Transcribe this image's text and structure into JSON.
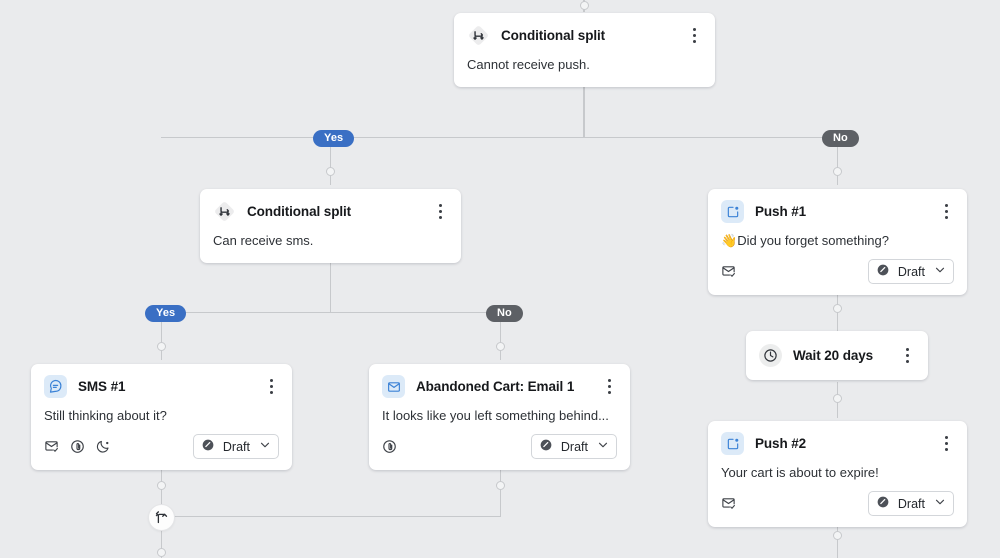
{
  "canvas": {
    "background": "#eaebed",
    "connector_color": "#c7c9cc",
    "accent_yes": "#3a6fc4",
    "accent_no": "#5d6065",
    "icon_blue_bg": "#dceaf8"
  },
  "branch_labels": {
    "yes": "Yes",
    "no": "No"
  },
  "nodes": [
    {
      "id": "conditional-split-push",
      "type": "conditional-split",
      "icon": "split-diamond-icon",
      "title": "Conditional split",
      "body": "Cannot receive push.",
      "menu": "kebab-menu-icon",
      "footer_icons": [],
      "status": null
    },
    {
      "id": "conditional-split-sms",
      "type": "conditional-split",
      "icon": "split-diamond-icon",
      "title": "Conditional split",
      "body": "Can receive sms.",
      "menu": "kebab-menu-icon",
      "footer_icons": [],
      "status": null
    },
    {
      "id": "push-1",
      "type": "push",
      "icon": "push-notification-icon",
      "title": "Push #1",
      "emoji": "👋",
      "body": "Did you forget something?",
      "menu": "kebab-menu-icon",
      "footer_icons": [
        "envelope-check-icon"
      ],
      "status": {
        "icon": "draft-slash-icon",
        "label": "Draft",
        "chevron": "chevron-down-icon"
      }
    },
    {
      "id": "wait-20-days",
      "type": "wait",
      "icon": "clock-icon",
      "title": "Wait 20 days",
      "body": null,
      "menu": "kebab-menu-icon",
      "footer_icons": [],
      "status": null
    },
    {
      "id": "push-2",
      "type": "push",
      "icon": "push-notification-icon",
      "title": "Push #2",
      "body": "Your cart is about to expire!",
      "menu": "kebab-menu-icon",
      "footer_icons": [
        "envelope-check-icon"
      ],
      "status": {
        "icon": "draft-slash-icon",
        "label": "Draft",
        "chevron": "chevron-down-icon"
      }
    },
    {
      "id": "sms-1",
      "type": "sms",
      "icon": "sms-bubble-icon",
      "title": "SMS #1",
      "body": "Still thinking about it?",
      "menu": "kebab-menu-icon",
      "footer_icons": [
        "envelope-check-icon",
        "link-attachment-icon",
        "quiet-hours-moon-icon"
      ],
      "status": {
        "icon": "draft-slash-icon",
        "label": "Draft",
        "chevron": "chevron-down-icon"
      }
    },
    {
      "id": "abandoned-cart-email-1",
      "type": "email",
      "icon": "envelope-icon",
      "title": "Abandoned Cart: Email 1",
      "body": "It looks like you left something behind...",
      "menu": "kebab-menu-icon",
      "footer_icons": [
        "link-attachment-icon"
      ],
      "status": {
        "icon": "draft-slash-icon",
        "label": "Draft",
        "chevron": "chevron-down-icon"
      }
    }
  ],
  "merge_node": {
    "icon": "merge-paths-icon"
  }
}
